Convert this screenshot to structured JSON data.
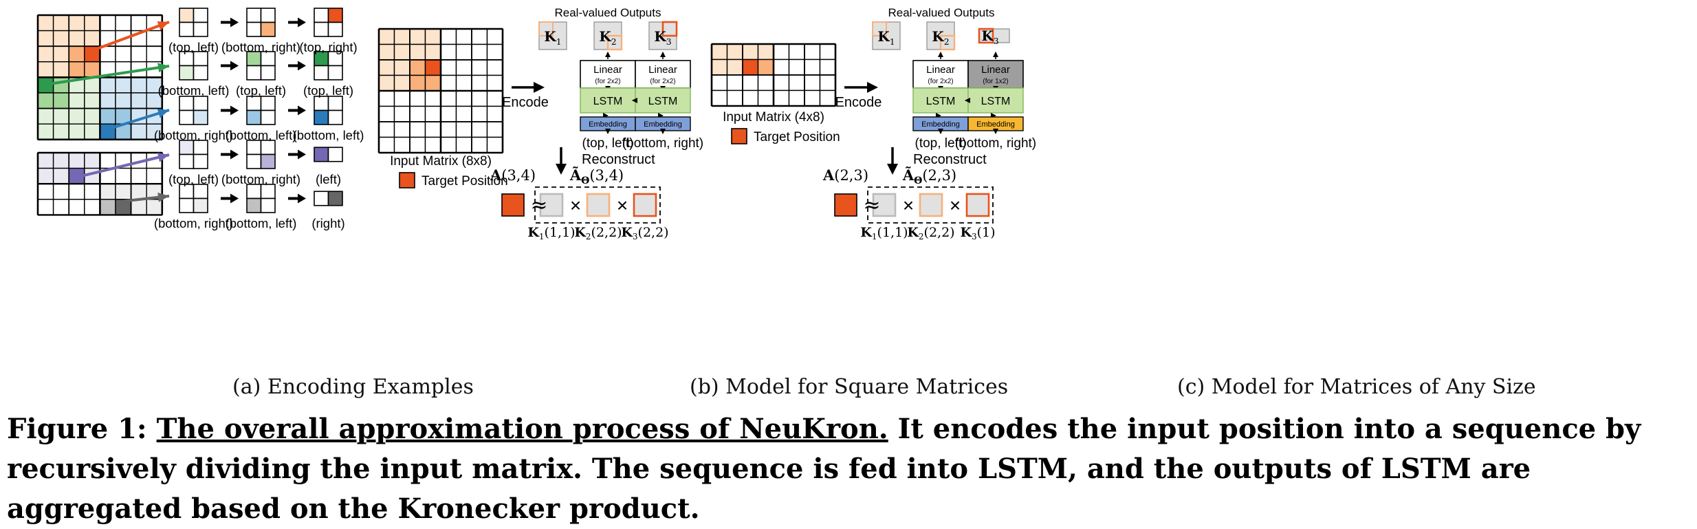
{
  "panel_a": {
    "rows": [
      {
        "labels": [
          "(top, left)",
          "(bottom, right)",
          "(top, right)"
        ]
      },
      {
        "labels": [
          "(bottom, left)",
          "(top, left)",
          "(top, left)"
        ]
      },
      {
        "labels": [
          "(bottom, right)",
          "(bottom, left)",
          "(bottom, left)"
        ]
      },
      {
        "labels": [
          "(top, left)",
          "(bottom, right)",
          "(left)"
        ]
      },
      {
        "labels": [
          "(bottom, right)",
          "(bottom, left)",
          "(right)"
        ]
      }
    ],
    "caption": "(a)  Encoding Examples"
  },
  "panel_b": {
    "matrix_label": "Input Matrix (8x8)",
    "legend_label": "Target Position",
    "encode_label": "Encode",
    "reconstruct_label": "Reconstruct",
    "outputs_title": "Real-valued Outputs",
    "k_labels": [
      "K",
      "K",
      "K"
    ],
    "k_subs": [
      "1",
      "2",
      "3"
    ],
    "linear_label": "Linear",
    "linear_sub": [
      "(for 2x2)",
      "(for 2x2)"
    ],
    "lstm_label": "LSTM",
    "embedding_label": "Embedding",
    "inputs": [
      "(top, left)",
      "(bottom, right)"
    ],
    "a_label": "A(3,4)",
    "atilde_label": "Ã",
    "theta_sub": "Θ",
    "atilde_args": "(3,4)",
    "approx_symbol": "≈",
    "times_symbol": "×",
    "factor_labels": [
      "K",
      "K",
      "K"
    ],
    "factor_subs": [
      "1",
      "2",
      "3"
    ],
    "factor_args": [
      "(1,1)",
      "(2,2)",
      "(2,2)"
    ],
    "caption": "(b)  Model for Square Matrices"
  },
  "panel_c": {
    "matrix_label": "Input Matrix (4x8)",
    "legend_label": "Target Position",
    "encode_label": "Encode",
    "reconstruct_label": "Reconstruct",
    "outputs_title": "Real-valued Outputs",
    "k_labels": [
      "K",
      "K",
      "K"
    ],
    "k_subs": [
      "1",
      "2",
      "3"
    ],
    "linear_label": "Linear",
    "linear_sub": [
      "(for 2x2)",
      "(for 1x2)"
    ],
    "lstm_label": "LSTM",
    "embedding_label": "Embedding",
    "inputs": [
      "(top, left)",
      "(bottom, right)"
    ],
    "a_label": "A(2,3)",
    "atilde_label": "Ã",
    "theta_sub": "Θ",
    "atilde_args": "(2,3)",
    "approx_symbol": "≈",
    "times_symbol": "×",
    "factor_labels": [
      "K",
      "K",
      "K"
    ],
    "factor_subs": [
      "1",
      "2",
      "3"
    ],
    "factor_args": [
      "(1,1)",
      "(2,2)",
      "(1)"
    ],
    "caption": "(c)  Model for Matrices of Any Size"
  },
  "caption": {
    "prefix": "Figure 1: ",
    "underlined": "The overall approximation process of NeuKron.",
    "rest": " It encodes the input position into a sequence by recursively dividing the input matrix. The sequence is fed into LSTM, and the outputs of LSTM are aggregated based on the Kronecker product."
  },
  "colors": {
    "orange_light": "#fde4cc",
    "orange_mid": "#f9b07a",
    "orange_dark": "#e8531e",
    "green_light": "#e2f1dc",
    "green_mid": "#a4d69a",
    "green_dark": "#2e9a4e",
    "blue_light": "#d4e6f4",
    "blue_mid": "#9cc8e3",
    "blue_dark": "#2b7bba",
    "purple_light": "#eae8f2",
    "purple_mid": "#b8b2d8",
    "purple_dark": "#7567b3",
    "gray_light": "#eeeeee",
    "gray_mid": "#c0c0c0",
    "gray_dark": "#666666",
    "lstm_green": "#c7e3a6",
    "embed_blue": "#7f9fd8",
    "embed_orange": "#f7b731",
    "linear_gray": "#9e9e9e",
    "k_box_gray": "#e1e1e1"
  }
}
